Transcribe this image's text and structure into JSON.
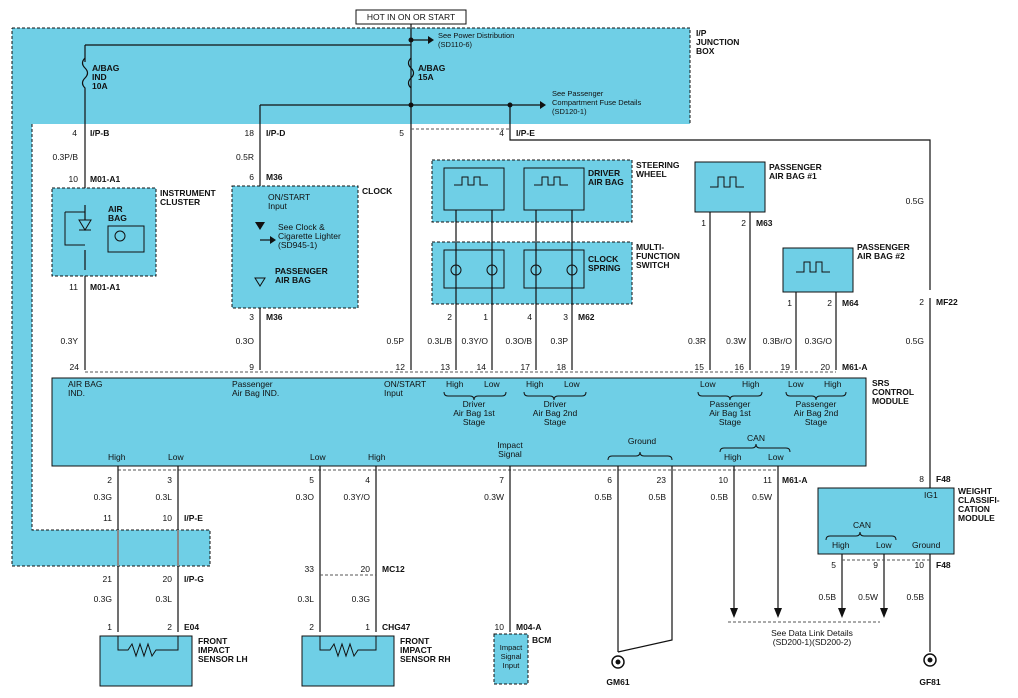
{
  "header": {
    "hot_label": "HOT IN ON OR START"
  },
  "junction": {
    "name_line1": "I/P",
    "name_line2": "JUNCTION",
    "name_line3": "BOX",
    "power_ref_line1": "See Power Distribution",
    "power_ref_line2": "(SD110-6)",
    "pass_ref_line1": "See Passenger",
    "pass_ref_line2": "Compartment Fuse Details",
    "pass_ref_line3": "(SD120-1)",
    "fuse1_line1": "A/BAG",
    "fuse1_line2": "IND",
    "fuse1_line3": "10A",
    "fuse2_line1": "A/BAG",
    "fuse2_line2": "15A"
  },
  "connectors": {
    "ipb_pin": "4",
    "ipb": "I/P-B",
    "ipd_pin": "18",
    "ipd": "I/P-D",
    "ipe_pin5": "5",
    "ipe_pin4": "4",
    "ipe": "I/P-E",
    "m01a1_top_pin": "10",
    "m01a1": "M01-A1",
    "m01a1_bot_pin": "11",
    "m36_top_pin": "6",
    "m36": "M36",
    "m36_bot_pin": "3",
    "m62": "M62",
    "m63": "M63",
    "m64": "M64",
    "mf22_pin": "2",
    "mf22": "MF22",
    "m61a": "M61-A",
    "f48": "F48",
    "f48_top_pin": "8",
    "ipe_b_pin11": "11",
    "ipe_b_pin10": "10",
    "ipg_pin21": "21",
    "ipg_pin20": "20",
    "ipg": "I/P-G",
    "mc12_pin33": "33",
    "mc12_pin20": "20",
    "mc12": "MC12",
    "e04_pin1": "1",
    "e04_pin2": "2",
    "e04": "E04",
    "chg47_pin2": "2",
    "chg47_pin1": "1",
    "chg47": "CHG47",
    "m04a_pin": "10",
    "m04a": "M04-A",
    "f48_pin5": "5",
    "f48_pin9": "9",
    "f48_pin10": "10"
  },
  "wires": {
    "w_03pb": "0.3P/B",
    "w_05r": "0.5R",
    "w_03y": "0.3Y",
    "w_03o": "0.3O",
    "w_05p": "0.5P",
    "w_03lb": "0.3L/B",
    "w_03yo": "0.3Y/O",
    "w_03ob": "0.3O/B",
    "w_03p": "0.3P",
    "w_03r": "0.3R",
    "w_03w": "0.3W",
    "w_03bro": "0.3Br/O",
    "w_03go": "0.3G/O",
    "w_05g_top": "0.5G",
    "w_05g_mid": "0.5G",
    "w_03g": "0.3G",
    "w_03l": "0.3L",
    "w_03o_b": "0.3O",
    "w_03yo_b": "0.3Y/O",
    "w_03w_b": "0.3W",
    "w_05b_a": "0.5B",
    "w_05b_b": "0.5B",
    "w_05b_c": "0.5B",
    "w_05w": "0.5W",
    "w_03g_b": "0.3G",
    "w_03l_b": "0.3L",
    "w_03l_c": "0.3L",
    "w_03g_c": "0.3G",
    "w_05b_d": "0.5B",
    "w_05w_b": "0.5W",
    "w_05b_e": "0.5B"
  },
  "cluster": {
    "title1": "INSTRUMENT",
    "title2": "CLUSTER",
    "airbag1": "AIR",
    "airbag2": "BAG"
  },
  "clock": {
    "title": "CLOCK",
    "on_start1": "ON/START",
    "on_start2": "Input",
    "ref1": "See Clock &",
    "ref2": "Cigarette Lighter",
    "ref3": "(SD945-1)",
    "pab1": "PASSENGER",
    "pab2": "AIR BAG"
  },
  "steering": {
    "title1": "STEERING",
    "title2": "WHEEL",
    "dab1": "DRIVER",
    "dab2": "AIR BAG"
  },
  "mfs": {
    "title1": "MULTI-",
    "title2": "FUNCTION",
    "title3": "SWITCH",
    "cs1": "CLOCK",
    "cs2": "SPRING"
  },
  "pab1": {
    "line1": "PASSENGER",
    "line2": "AIR BAG #1"
  },
  "pab2": {
    "line1": "PASSENGER",
    "line2": "AIR BAG #2"
  },
  "srs": {
    "title1": "SRS",
    "title2": "CONTROL",
    "title3": "MODULE",
    "pins_top": [
      "24",
      "9",
      "12",
      "13",
      "14",
      "17",
      "18",
      "15",
      "16",
      "19",
      "20"
    ],
    "airbag_ind1": "AIR BAG",
    "airbag_ind2": "IND.",
    "pass_ind1": "Passenger",
    "pass_ind2": "Air Bag IND.",
    "onstart1": "ON/START",
    "onstart2": "Input",
    "high": "High",
    "low": "Low",
    "dab1_1": "Driver",
    "dab1_2": "Air Bag 1st",
    "dab1_3": "Stage",
    "dab2_1": "Driver",
    "dab2_2": "Air Bag 2nd",
    "dab2_3": "Stage",
    "pab1_1": "Passenger",
    "pab1_2": "Air Bag 1st",
    "pab1_3": "Stage",
    "pab2_1": "Passenger",
    "pab2_2": "Air Bag 2nd",
    "pab2_3": "Stage",
    "impact1": "Impact",
    "impact2": "Signal",
    "ground": "Ground",
    "can": "CAN",
    "pins_bottom": [
      "2",
      "3",
      "5",
      "4",
      "7",
      "6",
      "23",
      "10",
      "11"
    ]
  },
  "wcm": {
    "title1": "WEIGHT",
    "title2": "CLASSIFI-",
    "title3": "CATION",
    "title4": "MODULE",
    "ig1": "IG1",
    "can": "CAN",
    "high": "High",
    "low": "Low",
    "ground": "Ground"
  },
  "sensors": {
    "lh1": "FRONT",
    "lh2": "IMPACT",
    "lh3": "SENSOR LH",
    "rh1": "FRONT",
    "rh2": "IMPACT",
    "rh3": "SENSOR RH"
  },
  "bcm": {
    "label": "BCM",
    "in1": "Impact",
    "in2": "Signal",
    "in3": "Input"
  },
  "datalink": {
    "line1": "See Data Link Details",
    "line2": "(SD200-1)(SD200-2)"
  },
  "grounds": {
    "gm61": "GM61",
    "gf81": "GF81"
  }
}
